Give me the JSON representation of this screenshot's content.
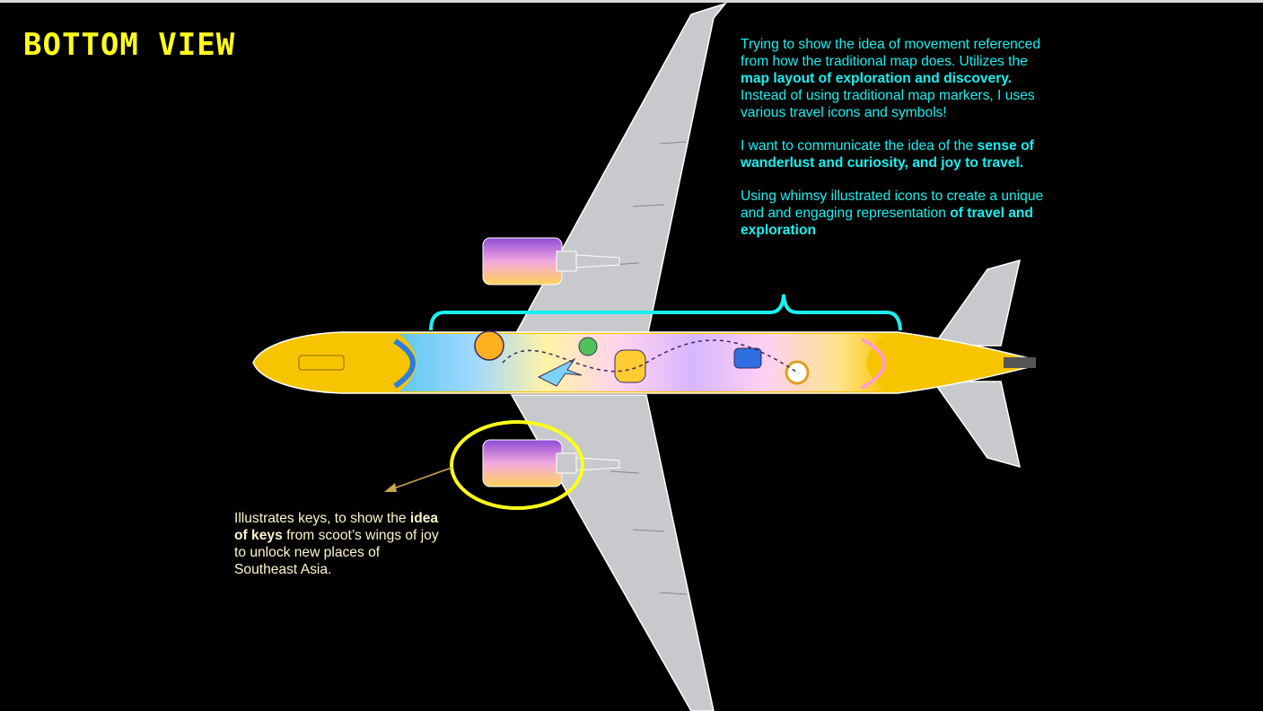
{
  "title": "BOTTOM VIEW",
  "description": {
    "p1_a": "Trying to show the idea of movement referenced from how the traditional map does. Utilizes the ",
    "p1_b": "map layout of exploration and discovery.",
    "p1_c": " Instead of using traditional map markers, I uses various travel icons and symbols!",
    "p2_a": "I want to communicate the idea of the ",
    "p2_b": "sense of wanderlust and curiosity, and joy to travel.",
    "p3_a": "Using whimsy illustrated icons to create a unique and and engaging representation ",
    "p3_b": "of travel and exploration"
  },
  "keys_note": {
    "a": "Illustrates keys, to show the ",
    "b": "idea of keys",
    "c": " from scoot’s wings of joy to unlock new places of Southeast Asia."
  },
  "colors": {
    "title": "#ffff1a",
    "description_text": "#19f0f0",
    "note_text": "#fff6cc",
    "fuselage": "#f7c400",
    "wing": "#c7c9cc",
    "highlight_circle": "#ffff1a",
    "bracket": "#19f0f0",
    "arrow": "#c8a84a"
  }
}
